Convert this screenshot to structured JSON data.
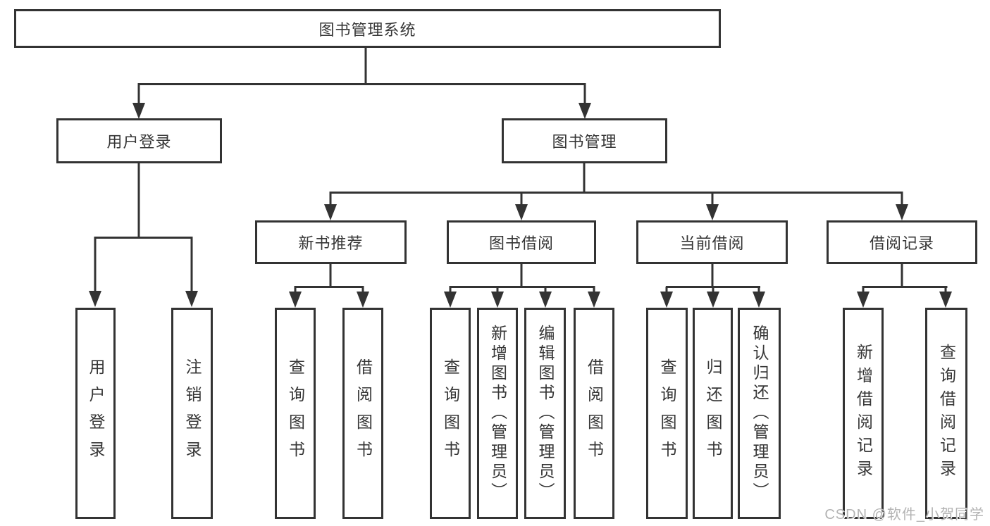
{
  "diagram": {
    "root": {
      "label": "图书管理系统"
    },
    "level2": [
      {
        "label": "用户登录"
      },
      {
        "label": "图书管理"
      }
    ],
    "level3": [
      {
        "label": "新书推荐"
      },
      {
        "label": "图书借阅"
      },
      {
        "label": "当前借阅"
      },
      {
        "label": "借阅记录"
      }
    ],
    "leaves": {
      "user_login": [
        "用户登录",
        "注销登录"
      ],
      "new_book": [
        "查询图书",
        "借阅图书"
      ],
      "book_borrow": [
        "查询图书",
        "新增图书（管理员）",
        "编辑图书（管理员）",
        "借阅图书"
      ],
      "current_borrow": [
        "查询图书",
        "归还图书",
        "确认归还（管理员）"
      ],
      "borrow_records": [
        "新增借阅记录",
        "查询借阅记录"
      ]
    }
  },
  "watermark": "CSDN @软件_小贺同学",
  "colors": {
    "line": "#333333",
    "node_border": "#333333",
    "text": "#363636",
    "background": "#ffffff",
    "watermark": "#b3b3b3"
  }
}
